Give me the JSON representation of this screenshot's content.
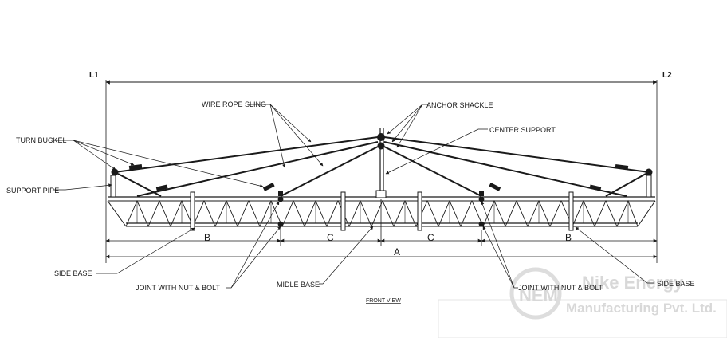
{
  "ends": {
    "left": "L1",
    "right": "L2"
  },
  "dimensions": {
    "overall": "A",
    "side_left": "B",
    "center_left": "C",
    "center_right": "C",
    "side_right": "B"
  },
  "labels": {
    "wire_rope_sling": "WIRE ROPE SLING",
    "anchor_shackle": "ANCHOR SHACKLE",
    "center_support": "CENTER SUPPORT",
    "turn_buckel": "TURN BUCKEL",
    "support_pipe": "SUPPORT PIPE",
    "side_base_left": "SIDE BASE",
    "joint_left": "JOINT WITH NUT & BOLT",
    "midle_base": "MIDLE BASE",
    "joint_right": "JOINT WITH NUT & BOLT",
    "side_base_right": "SIDE BASE"
  },
  "caption": "FRONT VIEW",
  "watermark": {
    "line1": "Nike Energy",
    "line2": "Manufacturing Pvt. Ltd.",
    "logo": "NEM"
  },
  "colors": {
    "line": "#1a1a1a",
    "watermark": "#d8d8d8"
  }
}
